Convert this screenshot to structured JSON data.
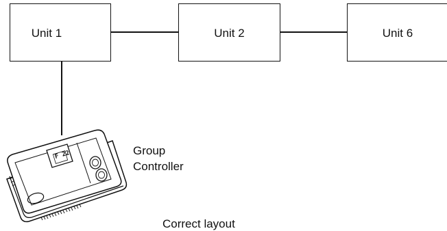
{
  "units": [
    {
      "label": "Unit 1"
    },
    {
      "label": "Unit 2"
    },
    {
      "label": "Unit 6"
    }
  ],
  "controller": {
    "label_line1": "Group",
    "label_line2": "Controller",
    "display_text": "F 22"
  },
  "caption": "Correct layout",
  "colors": {
    "line": "#111111",
    "background": "#ffffff"
  }
}
